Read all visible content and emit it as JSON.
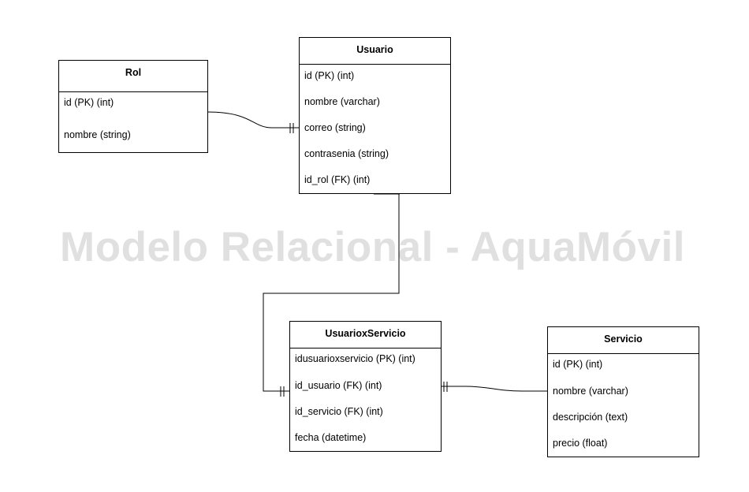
{
  "watermark": "Modelo Relacional - AquaMóvil",
  "entities": {
    "rol": {
      "name": "Rol",
      "fields": [
        "id (PK) (int)",
        "nombre (string)"
      ]
    },
    "usuario": {
      "name": "Usuario",
      "fields": [
        "id (PK) (int)",
        "nombre (varchar)",
        "correo (string)",
        "contrasenia (string)",
        "id_rol (FK) (int)"
      ]
    },
    "usuarioxservicio": {
      "name": "UsuarioxServicio",
      "fields": [
        "idusuarioxservicio (PK) (int)",
        "id_usuario (FK) (int)",
        "id_servicio (FK) (int)",
        "fecha (datetime)"
      ]
    },
    "servicio": {
      "name": "Servicio",
      "fields": [
        "id (PK) (int)",
        "nombre (varchar)",
        "descripción (text)",
        "precio (float)"
      ]
    }
  },
  "relationships": [
    {
      "from": "Rol",
      "to": "Usuario",
      "end_marker": "one (||)"
    },
    {
      "from": "Usuario",
      "to": "UsuarioxServicio",
      "end_marker": "one (||)"
    },
    {
      "from": "Servicio",
      "to": "UsuarioxServicio",
      "end_marker": "one (||)"
    }
  ]
}
